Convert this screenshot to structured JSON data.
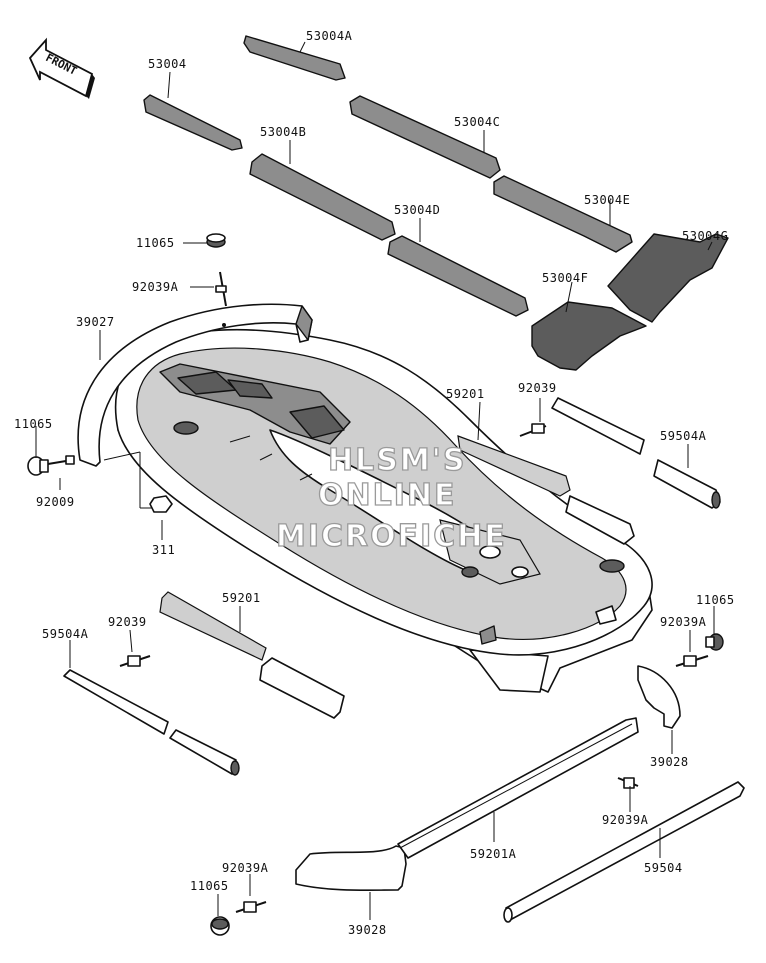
{
  "front_label": "FRONT",
  "watermark": [
    "HLSM'S",
    "ONLINE",
    "MICROFICHE"
  ],
  "part_labels": {
    "p53004A": "53004A",
    "p53004": "53004",
    "p53004B": "53004B",
    "p53004C": "53004C",
    "p53004D": "53004D",
    "p53004E": "53004E",
    "p53004F": "53004F",
    "p53004G": "53004G",
    "p11065_top": "11065",
    "p92039A_top": "92039A",
    "p39027": "39027",
    "p11065_left": "11065",
    "p92009": "92009",
    "p311": "311",
    "p59201_top": "59201",
    "p92039_top": "92039",
    "p59504A_right": "59504A",
    "p59201_left": "59201",
    "p92039_left": "92039",
    "p59504A_left": "59504A",
    "p11065_right": "11065",
    "p92039A_right": "92039A",
    "p39028_right": "39028",
    "p92039A_mid": "92039A",
    "p59201A": "59201A",
    "p59504": "59504",
    "p92039A_bottom": "92039A",
    "p11065_bottom": "11065",
    "p39028_bottom": "39028"
  }
}
